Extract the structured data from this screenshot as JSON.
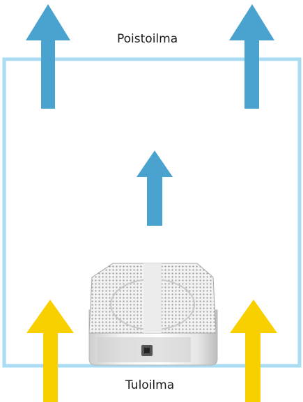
{
  "labels": {
    "exhaust_air": "Poistoilma",
    "supply_air": "Tuloilma"
  },
  "colors": {
    "room_outline": "#a9dcf3",
    "exhaust_arrow": "#4aa3cf",
    "supply_arrow": "#f8d000",
    "background": "#ffffff"
  },
  "icons": {
    "exhaust_arrows": "arrow-up-icon",
    "supply_arrows": "arrow-up-icon",
    "device": "air-purifier-device"
  }
}
